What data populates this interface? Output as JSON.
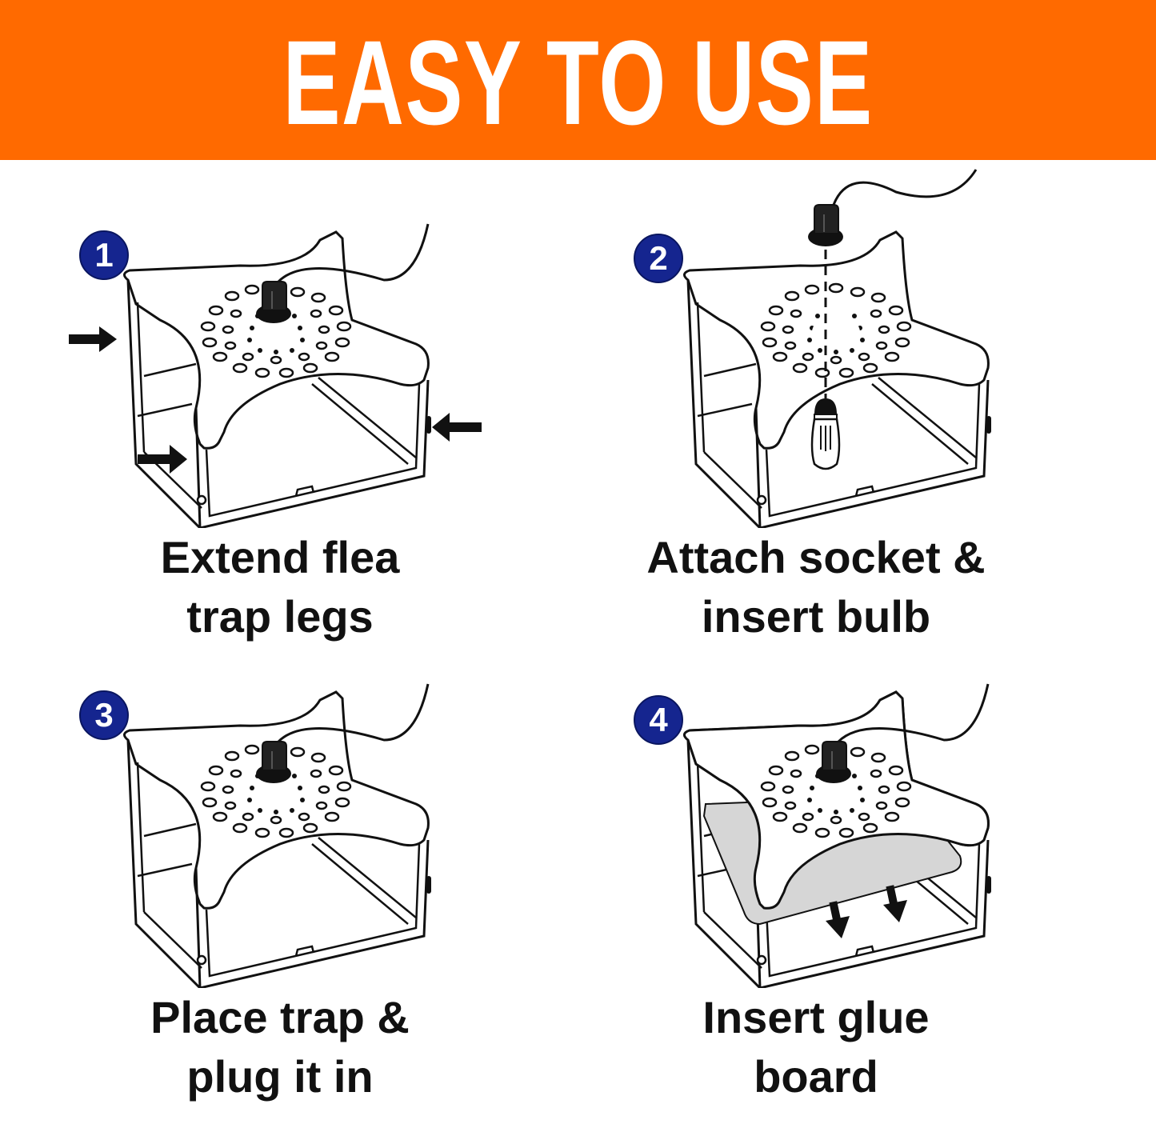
{
  "banner": {
    "title": "EASY TO USE",
    "background": "#FF6A00",
    "text_color": "#FFFFFF"
  },
  "badge_color": "#15258F",
  "steps": [
    {
      "number": "1",
      "caption_line1": "Extend flea",
      "caption_line2": "trap legs",
      "illustration": "trap-with-leg-arrows"
    },
    {
      "number": "2",
      "caption_line1": "Attach socket &",
      "caption_line2": "insert bulb",
      "illustration": "trap-socket-bulb-exploded"
    },
    {
      "number": "3",
      "caption_line1": "Place trap &",
      "caption_line2": "plug it in",
      "illustration": "trap-assembled-with-cord"
    },
    {
      "number": "4",
      "caption_line1": "Insert glue",
      "caption_line2": "board",
      "illustration": "trap-with-glue-board"
    }
  ]
}
